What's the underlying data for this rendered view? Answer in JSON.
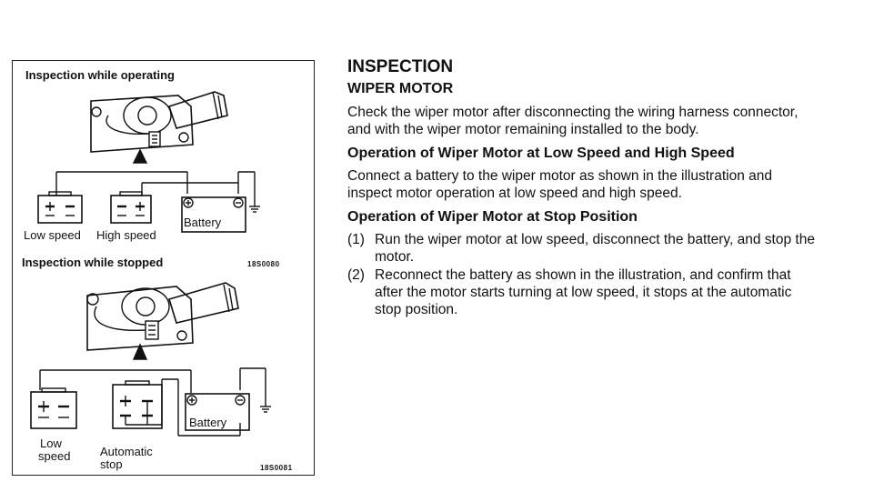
{
  "figure": {
    "top_heading": "Inspection while operating",
    "top_labels": {
      "low": "Low speed",
      "high": "High speed",
      "battery": "Battery"
    },
    "top_code": "18S0080",
    "bottom_heading": "Inspection while stopped",
    "bottom_labels": {
      "low_1": "Low",
      "low_2": "speed",
      "auto_1": "Automatic",
      "auto_2": "stop",
      "battery": "Battery"
    },
    "bottom_code": "18S0081"
  },
  "text": {
    "title": "INSPECTION",
    "subtitle": "WIPER MOTOR",
    "intro": "Check the wiper motor after disconnecting the wiring harness connector, and with the wiper motor remaining installed to the body.",
    "h_low_high": "Operation of Wiper Motor at Low Speed and High Speed",
    "p_low_high": "Connect a battery to the wiper motor as shown in the illustration and inspect motor operation at low speed and high speed.",
    "h_stop": "Operation of Wiper Motor at Stop Position",
    "steps": [
      {
        "num": "(1)",
        "text": "Run the wiper motor at low speed, disconnect the battery, and stop the motor."
      },
      {
        "num": "(2)",
        "text": "Reconnect the battery as shown in the illustration, and confirm that after the motor starts turning at low speed, it stops at the automatic stop position."
      }
    ]
  }
}
